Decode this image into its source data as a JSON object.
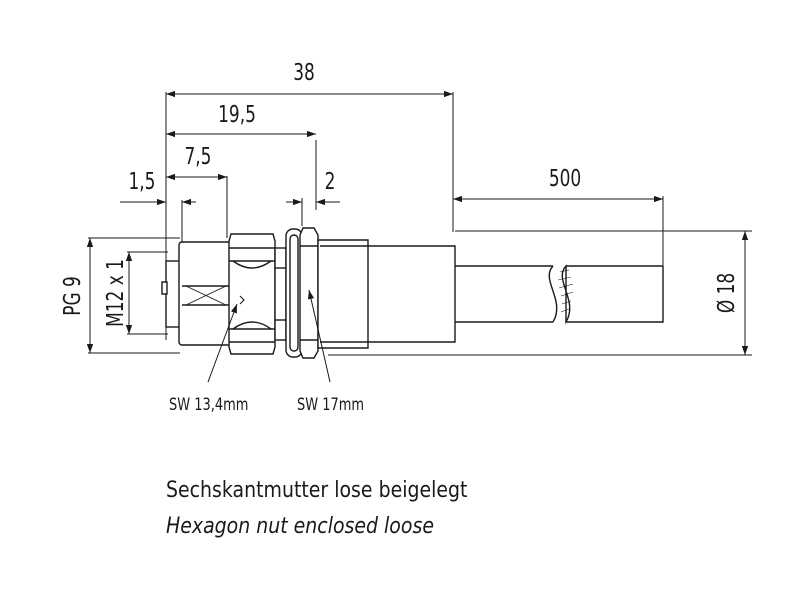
{
  "dimensions": {
    "overall_length": "38",
    "flange_to_nut": "19,5",
    "thread_length": "7,5",
    "front_offset": "1,5",
    "nut_thickness": "2",
    "cable_length": "500",
    "thread_pg": "PG 9",
    "thread_metric": "M12 x 1",
    "cable_diameter": "Ø 18"
  },
  "labels": {
    "wrench_small": "SW 13,4mm",
    "wrench_large": "SW 17mm"
  },
  "notes": {
    "german": "Sechskantmutter lose beigelegt",
    "english": "Hexagon nut enclosed loose"
  }
}
